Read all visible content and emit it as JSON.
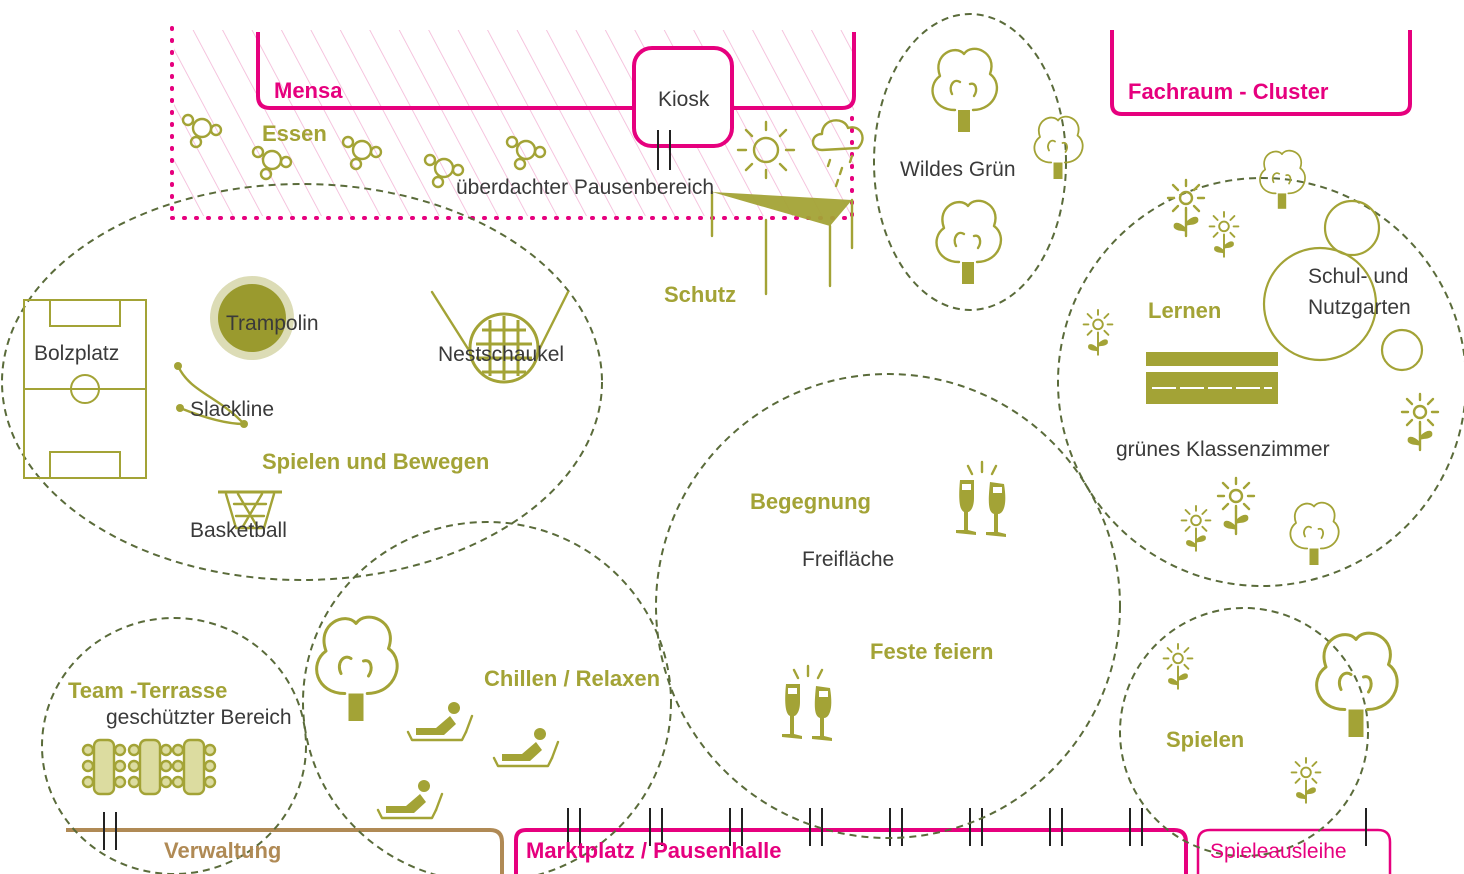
{
  "colors": {
    "olive": "#a3a336",
    "magenta": "#e6007e",
    "brown": "#b08a55",
    "zone_outline": "#5a6b3a",
    "text": "#3a3a3a"
  },
  "buildings": {
    "mensa": "Mensa",
    "kiosk": "Kiosk",
    "fachraum": "Fachraum - Cluster",
    "verwaltung": "Verwaltung",
    "marktplatz": "Marktplatz / Pausenhalle",
    "spieleausleihe": "Spieleausleihe"
  },
  "zones": {
    "covered": {
      "title": "Essen",
      "label": "überdachter Pausenbereich"
    },
    "schutz": {
      "title": "Schutz"
    },
    "wild": {
      "label": "Wildes Grün"
    },
    "play": {
      "title": "Spielen und Bewegen",
      "bolzplatz": "Bolzplatz",
      "trampolin": "Trampolin",
      "slackline": "Slackline",
      "nestschaukel": "Nestschaukel",
      "basketball": "Basketball"
    },
    "learn": {
      "title": "Lernen",
      "garden": [
        "Schul- und",
        "Nutzgarten"
      ],
      "classroom": "grünes Klassenzimmer"
    },
    "meet": {
      "title": "Begegnung",
      "label": "Freifläche",
      "feste": "Feste feiern"
    },
    "chill": {
      "title": "Chillen / Relaxen"
    },
    "team": {
      "title": "Team -Terrasse",
      "label": "geschützter Bereich"
    },
    "spielen": {
      "title": "Spielen"
    }
  },
  "icons": [
    "tree-icon",
    "flower-icon",
    "sun-icon",
    "rain-cloud-icon",
    "sail-shade-icon",
    "soccer-field-icon",
    "trampoline-icon",
    "slackline-icon",
    "nest-swing-icon",
    "basketball-hoop-icon",
    "bench-icon",
    "champagne-toast-icon",
    "lounger-person-icon",
    "picnic-table-icon",
    "bubble-cluster-icon"
  ]
}
